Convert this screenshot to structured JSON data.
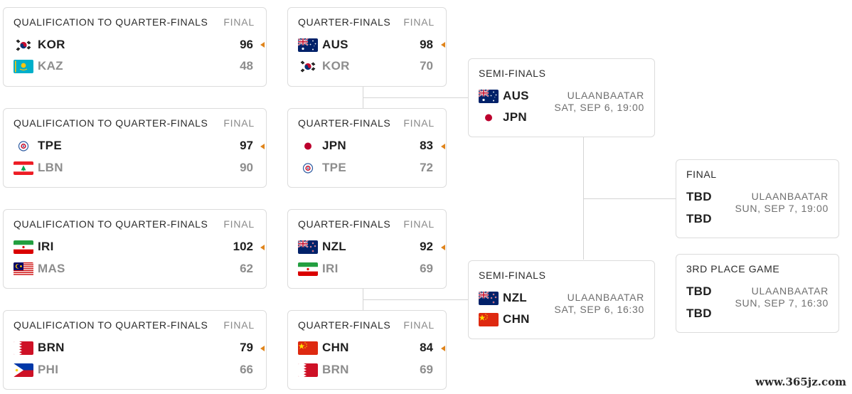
{
  "qualification": [
    {
      "title": "QUALIFICATION TO QUARTER-FINALS",
      "status": "FINAL",
      "teams": [
        {
          "code": "KOR",
          "flag": "kor",
          "score": "96"
        },
        {
          "code": "KAZ",
          "flag": "kaz",
          "score": "48"
        }
      ]
    },
    {
      "title": "QUALIFICATION TO QUARTER-FINALS",
      "status": "FINAL",
      "teams": [
        {
          "code": "TPE",
          "flag": "tpe",
          "score": "97"
        },
        {
          "code": "LBN",
          "flag": "lbn",
          "score": "90"
        }
      ]
    },
    {
      "title": "QUALIFICATION TO QUARTER-FINALS",
      "status": "FINAL",
      "teams": [
        {
          "code": "IRI",
          "flag": "iri",
          "score": "102"
        },
        {
          "code": "MAS",
          "flag": "mas",
          "score": "62"
        }
      ]
    },
    {
      "title": "QUALIFICATION TO QUARTER-FINALS",
      "status": "FINAL",
      "teams": [
        {
          "code": "BRN",
          "flag": "brn",
          "score": "79"
        },
        {
          "code": "PHI",
          "flag": "phi",
          "score": "66"
        }
      ]
    }
  ],
  "quarterfinals": [
    {
      "title": "QUARTER-FINALS",
      "status": "FINAL",
      "teams": [
        {
          "code": "AUS",
          "flag": "aus",
          "score": "98"
        },
        {
          "code": "KOR",
          "flag": "kor",
          "score": "70"
        }
      ]
    },
    {
      "title": "QUARTER-FINALS",
      "status": "FINAL",
      "teams": [
        {
          "code": "JPN",
          "flag": "jpn",
          "score": "83"
        },
        {
          "code": "TPE",
          "flag": "tpe",
          "score": "72"
        }
      ]
    },
    {
      "title": "QUARTER-FINALS",
      "status": "FINAL",
      "teams": [
        {
          "code": "NZL",
          "flag": "nzl",
          "score": "92"
        },
        {
          "code": "IRI",
          "flag": "iri",
          "score": "69"
        }
      ]
    },
    {
      "title": "QUARTER-FINALS",
      "status": "FINAL",
      "teams": [
        {
          "code": "CHN",
          "flag": "chn",
          "score": "84"
        },
        {
          "code": "BRN",
          "flag": "brn",
          "score": "69"
        }
      ]
    }
  ],
  "semifinals": [
    {
      "title": "SEMI-FINALS",
      "venue": "ULAANBAATAR",
      "time": "SAT, SEP 6, 19:00",
      "teams": [
        {
          "code": "AUS",
          "flag": "aus"
        },
        {
          "code": "JPN",
          "flag": "jpn"
        }
      ]
    },
    {
      "title": "SEMI-FINALS",
      "venue": "ULAANBAATAR",
      "time": "SAT, SEP 6, 16:30",
      "teams": [
        {
          "code": "NZL",
          "flag": "nzl"
        },
        {
          "code": "CHN",
          "flag": "chn"
        }
      ]
    }
  ],
  "final": {
    "title": "FINAL",
    "venue": "ULAANBAATAR",
    "time": "SUN, SEP 7, 19:00",
    "teams": [
      {
        "code": "TBD"
      },
      {
        "code": "TBD"
      }
    ]
  },
  "third_place": {
    "title": "3RD PLACE GAME",
    "venue": "ULAANBAATAR",
    "time": "SUN, SEP 7, 16:30",
    "teams": [
      {
        "code": "TBD"
      },
      {
        "code": "TBD"
      }
    ]
  },
  "colors": {
    "arrow": "#e0841b",
    "winner_text": "#1f1f1f",
    "loser_text": "#8d8d8d",
    "connector": "#d4d4d4"
  },
  "watermark": "www.365jz.com"
}
